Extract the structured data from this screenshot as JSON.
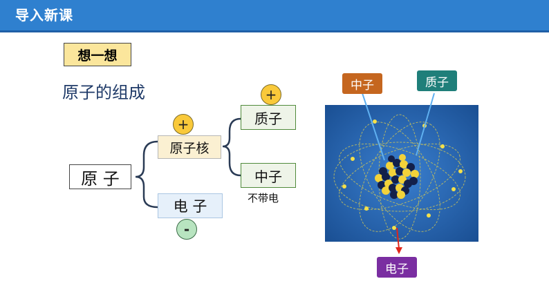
{
  "header": {
    "title": "导入新课"
  },
  "think_tag": "想一想",
  "section_title": "原子的组成",
  "diagram": {
    "atom": "原 子",
    "nucleus": "原子核",
    "electron": "电 子",
    "proton": "质子",
    "neutron": "中子",
    "neutron_note": "不带电",
    "plus_sign": "+",
    "minus_sign": "-"
  },
  "illustration_labels": {
    "neutron": "中子",
    "proton": "质子",
    "electron": "电子"
  },
  "colors": {
    "header": "#2f80cf",
    "neutron_tag": "#c5661f",
    "proton_tag": "#1f7f7a",
    "electron_tag": "#7a2ea1",
    "electron_arrow": "#e0261a",
    "pointer_line": "#5fb0f0"
  }
}
